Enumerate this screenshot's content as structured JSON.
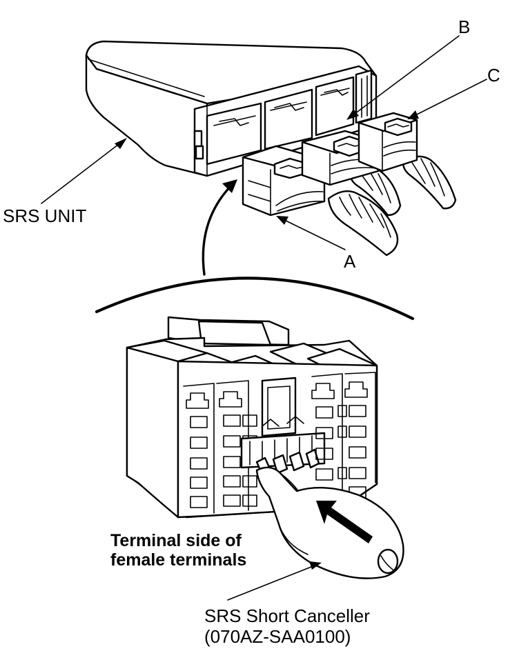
{
  "labels": {
    "srs_unit": "SRS UNIT",
    "connector_a": "A",
    "connector_b": "B",
    "connector_c": "C",
    "terminal_side_line1": "Terminal side of",
    "terminal_side_line2": "female terminals",
    "canceller_line1": "SRS Short Canceller",
    "canceller_line2": "(070AZ-SAA0100)"
  }
}
